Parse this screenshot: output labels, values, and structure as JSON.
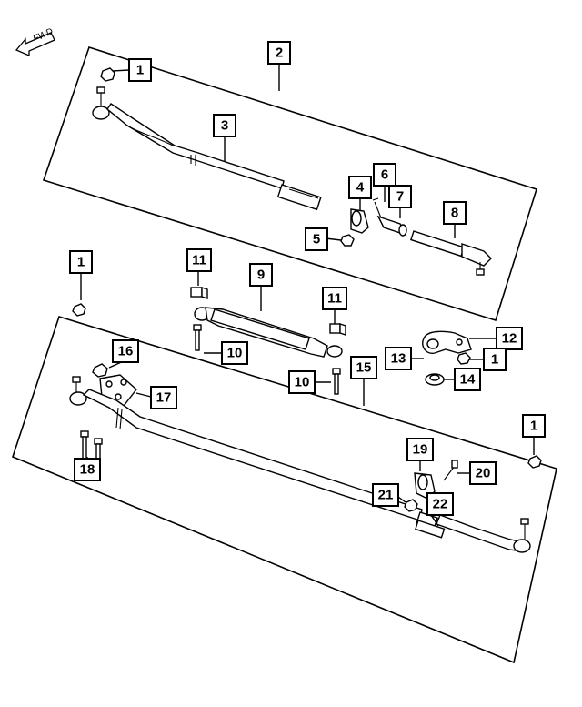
{
  "direction_indicator": "FWD",
  "callouts": [
    {
      "id": "c1a",
      "label": "1"
    },
    {
      "id": "c2",
      "label": "2"
    },
    {
      "id": "c3",
      "label": "3"
    },
    {
      "id": "c4",
      "label": "4"
    },
    {
      "id": "c5",
      "label": "5"
    },
    {
      "id": "c6",
      "label": "6"
    },
    {
      "id": "c7",
      "label": "7"
    },
    {
      "id": "c8",
      "label": "8"
    },
    {
      "id": "c1b",
      "label": "1"
    },
    {
      "id": "c11a",
      "label": "11"
    },
    {
      "id": "c9",
      "label": "9"
    },
    {
      "id": "c11b",
      "label": "11"
    },
    {
      "id": "c12",
      "label": "12"
    },
    {
      "id": "c13",
      "label": "13"
    },
    {
      "id": "c1c",
      "label": "1"
    },
    {
      "id": "c16",
      "label": "16"
    },
    {
      "id": "c10a",
      "label": "10"
    },
    {
      "id": "c15",
      "label": "15"
    },
    {
      "id": "c10b",
      "label": "10"
    },
    {
      "id": "c14",
      "label": "14"
    },
    {
      "id": "c17",
      "label": "17"
    },
    {
      "id": "c1d",
      "label": "1"
    },
    {
      "id": "c19",
      "label": "19"
    },
    {
      "id": "c18",
      "label": "18"
    },
    {
      "id": "c20",
      "label": "20"
    },
    {
      "id": "c21",
      "label": "21"
    },
    {
      "id": "c22",
      "label": "22"
    }
  ]
}
